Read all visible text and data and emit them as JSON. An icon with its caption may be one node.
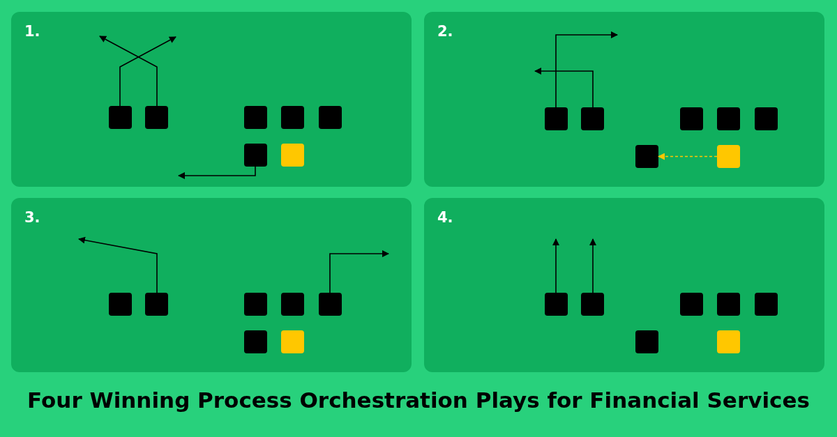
{
  "diagram": {
    "title": "Four Winning Process Orchestration Plays for Financial Services",
    "nodes": [
      {
        "text": [
          "1."
        ]
      },
      {
        "text": [],
        "shape": "box",
        "in": 0
      },
      {
        "text": [],
        "shape": "box",
        "in": 0
      },
      {
        "text": [],
        "shape": "box",
        "in": 0
      },
      {
        "text": [],
        "shape": "box",
        "in": 0
      },
      {
        "text": [],
        "shape": "box",
        "in": 0
      },
      {
        "text": [],
        "shape": "box",
        "in": 0
      },
      {
        "text": [],
        "shape": "box",
        "in": 0
      },
      {
        "text": [
          "2."
        ]
      },
      {
        "text": [],
        "shape": "box",
        "in": 8
      },
      {
        "text": [],
        "shape": "box",
        "in": 8
      },
      {
        "text": [],
        "shape": "box",
        "in": 8
      },
      {
        "text": [],
        "shape": "box",
        "in": 8
      },
      {
        "text": [],
        "shape": "box",
        "in": 8
      },
      {
        "text": [],
        "shape": "box",
        "in": 8
      },
      {
        "text": [],
        "shape": "box",
        "in": 8
      },
      {
        "text": [
          "3."
        ]
      },
      {
        "text": [],
        "shape": "box",
        "in": 16
      },
      {
        "text": [],
        "shape": "box",
        "in": 16
      },
      {
        "text": [],
        "shape": "box",
        "in": 16
      },
      {
        "text": [],
        "shape": "box",
        "in": 16
      },
      {
        "text": [],
        "shape": "box",
        "in": 16
      },
      {
        "text": [],
        "shape": "box",
        "in": 16
      },
      {
        "text": [],
        "shape": "box",
        "in": 16
      },
      {
        "text": [
          "4."
        ]
      },
      {
        "text": [],
        "shape": "box",
        "in": 24
      },
      {
        "text": [],
        "shape": "box",
        "in": 24
      },
      {
        "text": [],
        "shape": "box",
        "in": 24
      },
      {
        "text": [],
        "shape": "box",
        "in": 24
      },
      {
        "text": [],
        "shape": "box",
        "in": 24
      },
      {
        "text": [],
        "shape": "box",
        "in": 24
      },
      {
        "text": [],
        "shape": "box",
        "in": 24
      }
    ],
    "edges": [
      {
        "from": 1,
        "to": null,
        "arrow": "to"
      },
      {
        "from": 2,
        "to": null,
        "arrow": "to"
      },
      {
        "from": 6,
        "to": null,
        "arrow": "to"
      },
      {
        "from": 9,
        "to": null,
        "arrow": "to"
      },
      {
        "from": 10,
        "to": null,
        "arrow": "to"
      },
      {
        "from": 15,
        "to": 14,
        "arrow": "to",
        "style": "dashed",
        "color": "#ffc700"
      },
      {
        "from": 18,
        "to": null,
        "arrow": "to"
      },
      {
        "from": 21,
        "to": null,
        "arrow": "to"
      },
      {
        "from": 25,
        "to": null,
        "arrow": "to"
      },
      {
        "from": 26,
        "to": null,
        "arrow": "to"
      }
    ]
  }
}
